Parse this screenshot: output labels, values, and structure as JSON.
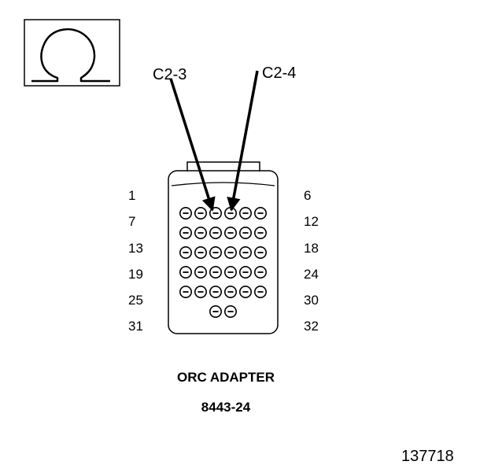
{
  "symbol": {
    "icon": "ohm-icon"
  },
  "callouts": {
    "left": "C2-3",
    "right": "C2-4"
  },
  "pin_numbers": {
    "left": [
      "1",
      "7",
      "13",
      "19",
      "25",
      "31"
    ],
    "right": [
      "6",
      "12",
      "18",
      "24",
      "30",
      "32"
    ]
  },
  "pin_rows": [
    6,
    6,
    6,
    6,
    6,
    2
  ],
  "highlighted_pins": [
    "C2-3",
    "C2-4"
  ],
  "adapter": {
    "name": "ORC ADAPTER",
    "part_number": "8443-24"
  },
  "figure_number": "137718"
}
